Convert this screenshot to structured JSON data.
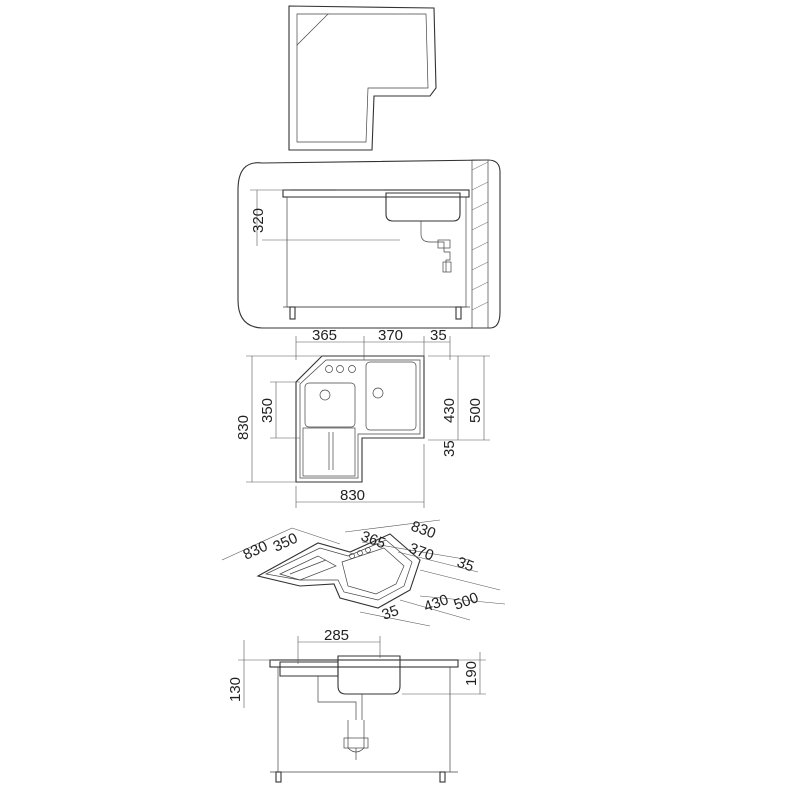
{
  "colors": {
    "line": "#333333",
    "background": "#ffffff"
  },
  "views": {
    "side_top": {
      "dim_depth": "320"
    },
    "plan": {
      "dim_top_a": "365",
      "dim_top_b": "370",
      "dim_top_c": "35",
      "dim_left_total": "830",
      "dim_left_inner": "350",
      "dim_right_a": "430",
      "dim_right_b": "500",
      "dim_right_c": "35",
      "dim_bottom": "830"
    },
    "iso": {
      "dim_a": "830",
      "dim_b": "350",
      "dim_c": "365",
      "dim_d": "830",
      "dim_e": "370",
      "dim_f": "35",
      "dim_g": "35",
      "dim_h": "430",
      "dim_i": "500"
    },
    "front": {
      "dim_width": "285",
      "dim_left_height": "130",
      "dim_right_height": "190"
    }
  }
}
